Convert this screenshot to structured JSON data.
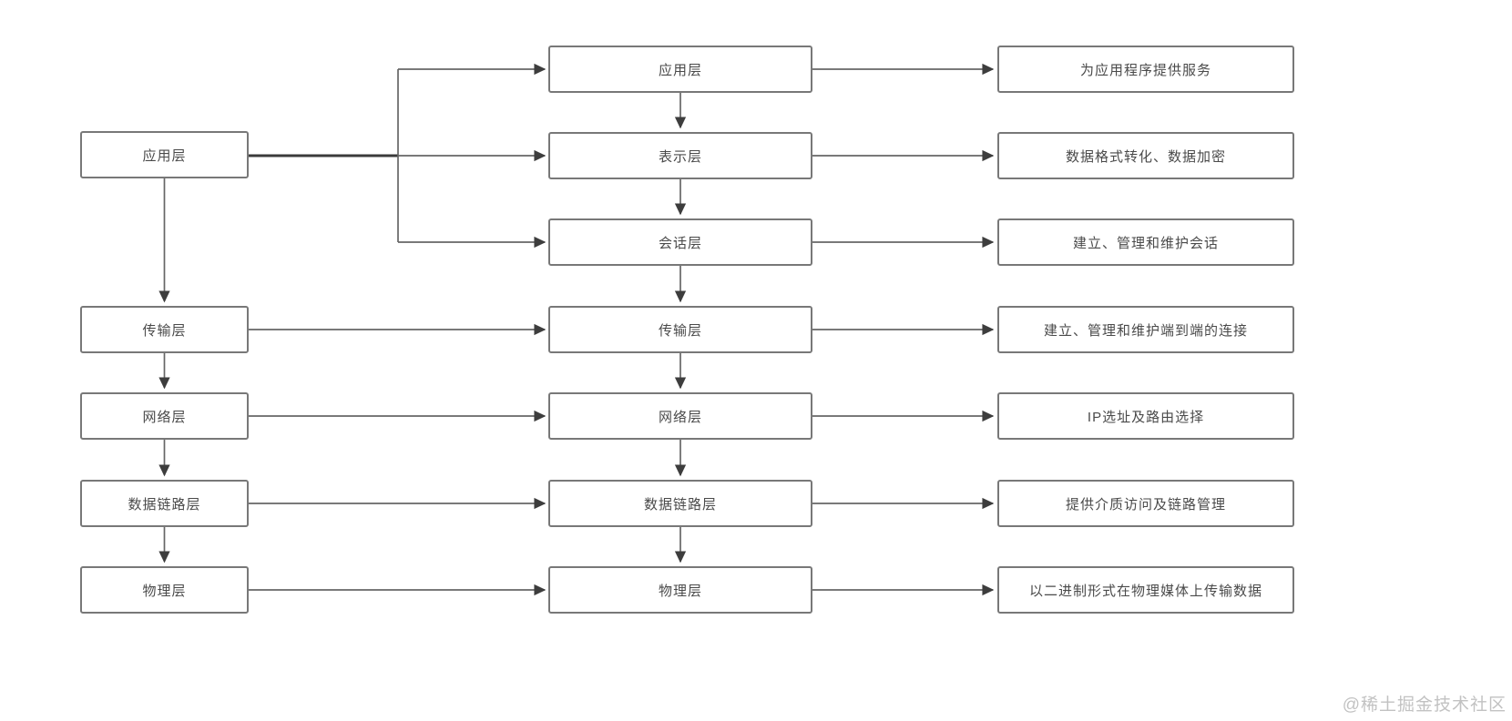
{
  "diagram": {
    "left_column": [
      {
        "label": "应用层"
      },
      {
        "label": "传输层"
      },
      {
        "label": "网络层"
      },
      {
        "label": "数据链路层"
      },
      {
        "label": "物理层"
      }
    ],
    "middle_column": [
      {
        "label": "应用层"
      },
      {
        "label": "表示层"
      },
      {
        "label": "会话层"
      },
      {
        "label": "传输层"
      },
      {
        "label": "网络层"
      },
      {
        "label": "数据链路层"
      },
      {
        "label": "物理层"
      }
    ],
    "right_column": [
      {
        "label": "为应用程序提供服务"
      },
      {
        "label": "数据格式转化、数据加密"
      },
      {
        "label": "建立、管理和维护会话"
      },
      {
        "label": "建立、管理和维护端到端的连接"
      },
      {
        "label": "IP选址及路由选择"
      },
      {
        "label": "提供介质访问及链路管理"
      },
      {
        "label": "以二进制形式在物理媒体上传输数据"
      }
    ],
    "colors": {
      "box_border": "#787878",
      "box_fill": "#ffffff",
      "label_text": "#4a4a4a",
      "connector_line": "#666666",
      "thick_connector_line": "#3b3b3b",
      "arrowhead": "#3d3d3d",
      "watermark_text": "#c2c2c2"
    }
  },
  "watermark": {
    "text": "@稀土掘金技术社区"
  }
}
